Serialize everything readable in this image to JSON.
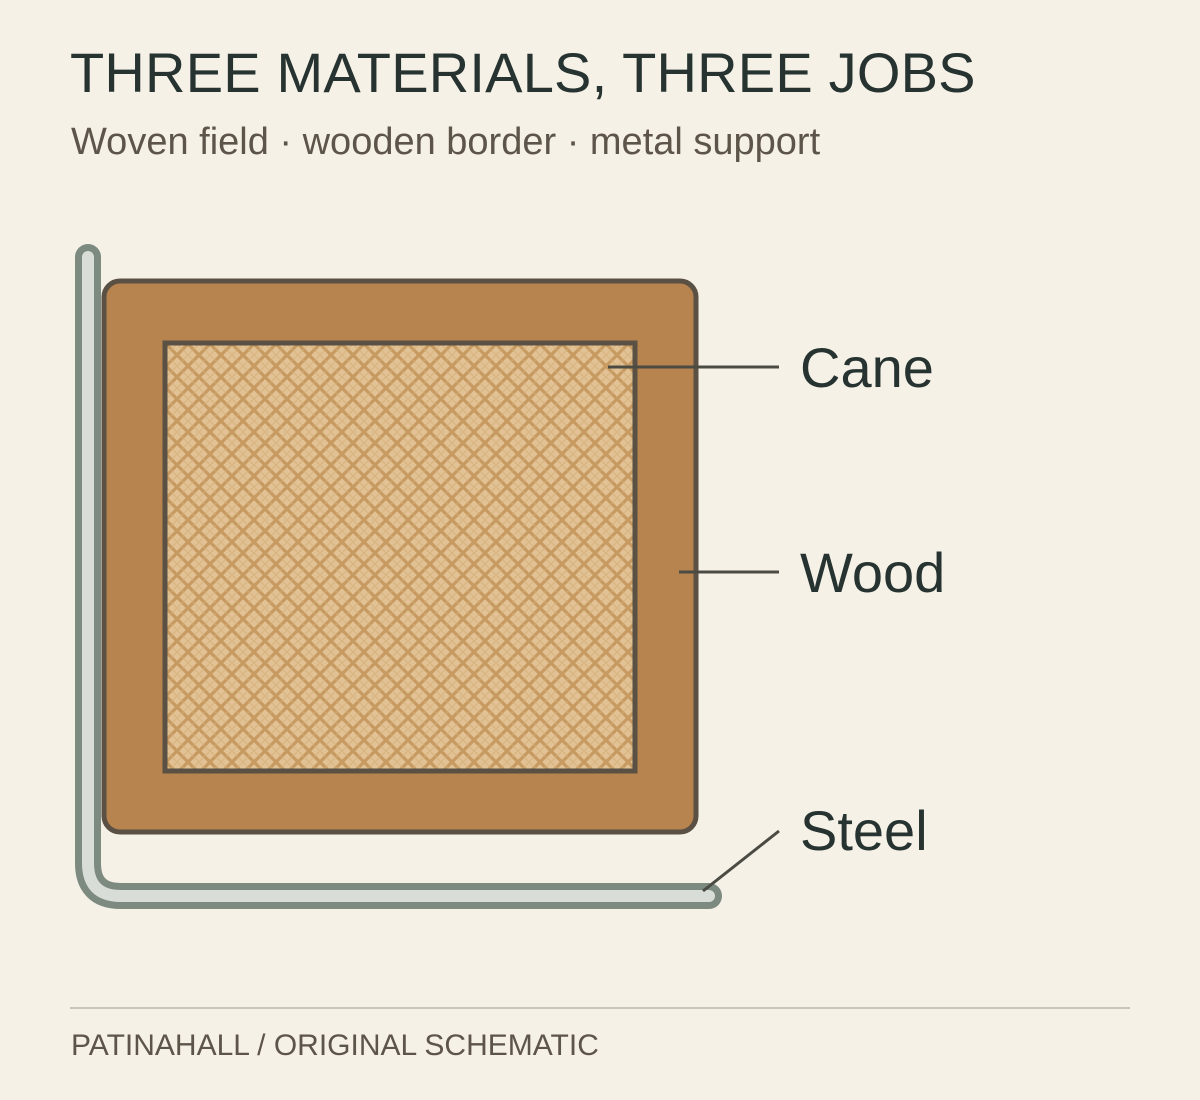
{
  "header": {
    "title": "THREE MATERIALS, THREE JOBS",
    "subtitle": "Woven field · wooden border · metal support"
  },
  "diagram": {
    "labels": {
      "cane": "Cane",
      "wood": "Wood",
      "steel": "Steel"
    },
    "colors": {
      "background": "#f5f1e7",
      "wood": "#b7834f",
      "outline": "#5a5043",
      "cane_base": "#e2c294",
      "cane_weave": "#c79a61",
      "steel_outline": "#7d8a80",
      "steel_fill": "#d9ddd7",
      "leader": "#4b4b44",
      "label_text": "#263330"
    }
  },
  "footer": {
    "credit": "PATINAHALL / ORIGINAL SCHEMATIC"
  }
}
